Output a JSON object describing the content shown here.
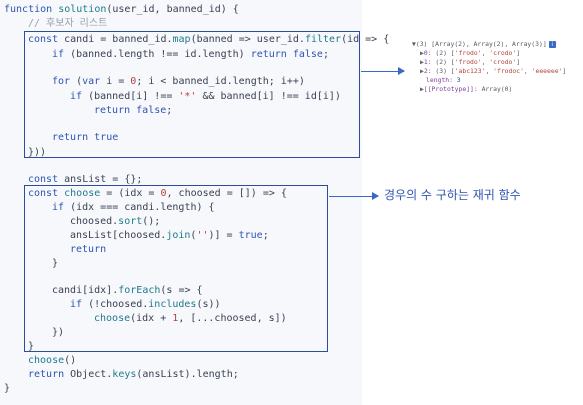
{
  "code": {
    "l1": {
      "k": "function",
      "f": "solution",
      "rest": "(user_id, banned_id) {"
    },
    "l2": {
      "comment": "// 후보자 리스트"
    },
    "l3": {
      "k": "const",
      "a": " candi = banned_id.",
      "f1": "map",
      "b": "(banned => user_id.",
      "f2": "filter",
      "c": "(id => {"
    },
    "l4": {
      "k1": "if",
      "a": " (banned.length !== id.length) ",
      "k2": "return",
      "b": " ",
      "k3": "false",
      "c": ";"
    },
    "l5": {
      "k1": "for",
      "a": " (",
      "k2": "var",
      "b": " i = ",
      "n": "0",
      "c": "; i < banned_id.length; i++)"
    },
    "l6": {
      "k1": "if",
      "a": " (banned[i] !== ",
      "s": "'*'",
      "b": " && banned[i] !== id[i])"
    },
    "l7": {
      "k1": "return",
      "a": " ",
      "k2": "false",
      "b": ";"
    },
    "l8": {
      "k1": "return",
      "a": " ",
      "k2": "true"
    },
    "l9": {
      "text": "}))"
    },
    "l10": {
      "k": "const",
      "rest": " ansList = {};"
    },
    "l11": {
      "k": "const",
      "a": " ",
      "f": "choose",
      "b": " = (idx = ",
      "n": "0",
      "c": ", choosed = []) => {"
    },
    "l12": {
      "k": "if",
      "rest": " (idx === candi.length) {"
    },
    "l13": {
      "a": "choosed.",
      "f": "sort",
      "b": "();"
    },
    "l14": {
      "a": "ansList[choosed.",
      "f": "join",
      "b": "(",
      "s": "''",
      "c": ")] = ",
      "k": "true",
      "d": ";"
    },
    "l15": {
      "k": "return"
    },
    "l16": {
      "text": "}"
    },
    "l17": {
      "a": "candi[idx].",
      "f": "forEach",
      "b": "(s => {"
    },
    "l18": {
      "k": "if",
      "a": " (!choosed.",
      "f": "includes",
      "b": "(s))"
    },
    "l19": {
      "f": "choose",
      "a": "(idx + ",
      "n": "1",
      "b": ", [...choosed, s])"
    },
    "l20": {
      "text": "})"
    },
    "l21": {
      "text": "}"
    },
    "l22": {
      "f": "choose",
      "a": "()"
    },
    "l23": {
      "k": "return",
      "a": " Object.",
      "f": "keys",
      "b": "(ansList).length;"
    },
    "l24": {
      "text": "}"
    }
  },
  "console": {
    "header": "▼(3) [Array(2), Array(2), Array(3)]",
    "info_icon": "i",
    "row0": {
      "key": "0:",
      "pre": " (2) [",
      "v1": "'frodo'",
      "sep": ", ",
      "v2": "'crodo'",
      "post": "]"
    },
    "row1": {
      "key": "1:",
      "pre": " (2) [",
      "v1": "'frodo'",
      "sep": ", ",
      "v2": "'crodo'",
      "post": "]"
    },
    "row2": {
      "key": "2:",
      "pre": " (3) [",
      "v1": "'abc123'",
      "sep": ", ",
      "v2": "'frodoc'",
      "sep2": ", ",
      "v3": "'eeeeee'",
      "post": "]"
    },
    "length": {
      "key": "length:",
      "value": " 3"
    },
    "proto": {
      "key": "[[Prototype]]:",
      "value": " Array(0)"
    }
  },
  "annotation": "경우의 수 구하는 재귀 함수",
  "colors": {
    "box": "#2e4c9e",
    "arrow": "#3a68c8",
    "keyword": "#2d55b4",
    "func": "#1f7a8a",
    "string": "#b0443a"
  }
}
